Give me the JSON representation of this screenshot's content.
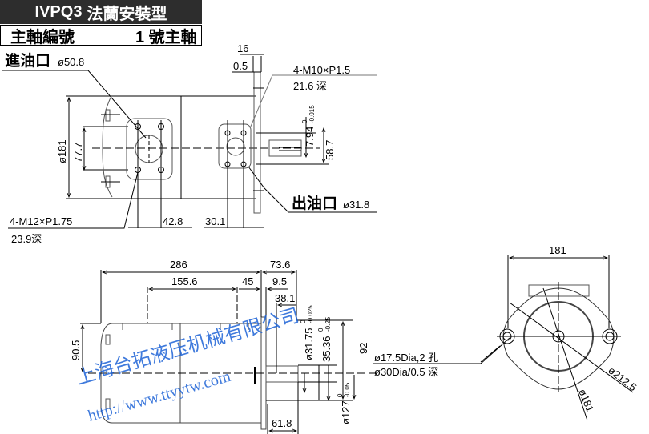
{
  "header": {
    "model": "IVPQ3",
    "mount_type": "法蘭安裝型",
    "shaft_label": "主軸編號",
    "shaft_value": "1 號主軸"
  },
  "ports": {
    "inlet_label": "進油口",
    "inlet_size": "ø50.8",
    "outlet_label": "出油口",
    "outlet_size": "ø31.8"
  },
  "top_view": {
    "dims": {
      "d16": "16",
      "d0_5": "0.5",
      "thread_top": "4-M10×P1.5",
      "thread_top_depth": "21.6 深",
      "d181": "ø181",
      "d77_7": "77.7",
      "d7_94": "7.94",
      "d7_94_tol_upper": "0",
      "d7_94_tol_lower": "-0.015",
      "d58_7": "58.7",
      "thread_bottom": "4-M12×P1.75",
      "thread_bottom_depth": "23.9深",
      "d42_8": "42.8",
      "d30_1": "30.1"
    }
  },
  "side_view": {
    "dims": {
      "d286": "286",
      "d73_6": "73.6",
      "d155_6": "155.6",
      "d45": "45",
      "d9_5": "9.5",
      "d38_1": "38.1",
      "d90_5": "90.5",
      "d31_75": "ø31.75",
      "d31_75_tol_upper": "0",
      "d31_75_tol_lower": "-0.025",
      "d35_36": "35.36",
      "d35_36_tol_upper": "0",
      "d35_36_tol_lower": "-0.25",
      "d127": "ø127",
      "d127_tol_upper": "0",
      "d127_tol_lower": "-0.05",
      "d92": "92",
      "d61_8": "61.8",
      "hole_note_1": "ø17.5Dia,2 孔",
      "hole_note_2": "ø30Dia/0.5 深"
    }
  },
  "front_view": {
    "dims": {
      "d181": "181",
      "d212_5": "ø212.5",
      "d181_dia": "ø181"
    }
  },
  "watermark": {
    "company": "上海台拓液压机械有限公司",
    "url": "http://www.ttyytw.com",
    "color": "#1e63d6"
  }
}
